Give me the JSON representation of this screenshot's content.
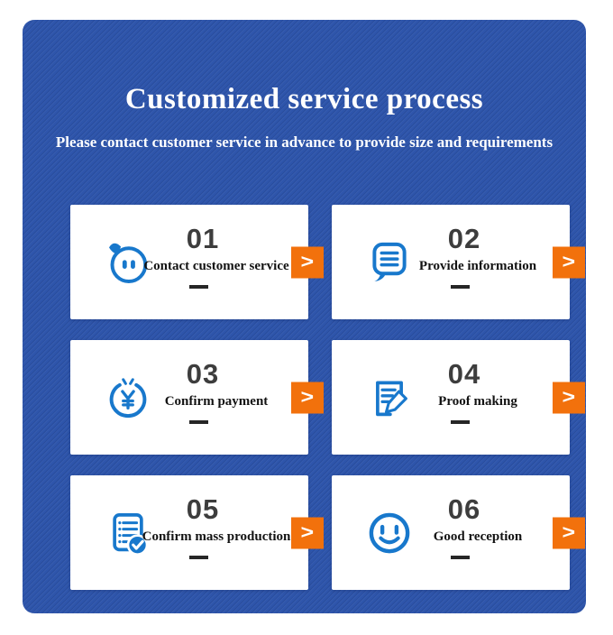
{
  "colors": {
    "panel_blue": "#2e55ab",
    "icon_blue": "#1878cc",
    "accent_orange": "#f2710c",
    "number_gray": "#3d3d3d"
  },
  "header": {
    "title": "Customized service process",
    "subtitle": "Please contact customer service in advance to provide size and requirements"
  },
  "step_button_label": ">",
  "steps": [
    {
      "number": "01",
      "label": "Contact customer service",
      "icon": "chat-face-icon"
    },
    {
      "number": "02",
      "label": "Provide information",
      "icon": "speech-bubble-icon"
    },
    {
      "number": "03",
      "label": "Confirm payment",
      "icon": "yuan-coin-icon"
    },
    {
      "number": "04",
      "label": "Proof making",
      "icon": "document-pencil-icon"
    },
    {
      "number": "05",
      "label": "Confirm mass production",
      "icon": "checklist-check-icon"
    },
    {
      "number": "06",
      "label": "Good reception",
      "icon": "smiley-face-icon"
    }
  ]
}
